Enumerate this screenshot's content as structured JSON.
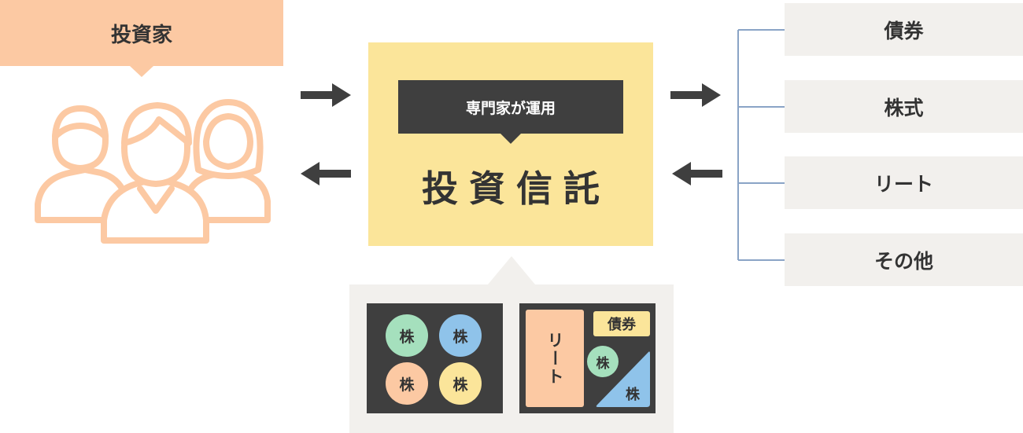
{
  "investor": {
    "label": "投資家",
    "icon": "people-group-icon"
  },
  "fund": {
    "operator_label": "専門家が運用",
    "title": "投資信託"
  },
  "arrows": [
    "arrow-right-icon",
    "arrow-left-icon"
  ],
  "assets": [
    "債券",
    "株式",
    "リート",
    "その他"
  ],
  "portfolio": {
    "fund_a": {
      "tokens": [
        {
          "label": "株",
          "color": "#a5e0bd"
        },
        {
          "label": "株",
          "color": "#8fc3ea"
        },
        {
          "label": "株",
          "color": "#fcc9a3"
        },
        {
          "label": "株",
          "color": "#fbe59a"
        }
      ]
    },
    "fund_b": {
      "reit_label": "リート",
      "bond_label": "債券",
      "stock_circle": {
        "label": "株",
        "color": "#a5e0bd"
      },
      "stock_triangle": {
        "label": "株",
        "color": "#8fc3ea"
      }
    }
  },
  "colors": {
    "peach": "#fcc9a3",
    "yellow": "#fbe59a",
    "dark": "#3f3f3f",
    "light_gray": "#f2f0ed",
    "bracket_line": "#8aa4c6"
  }
}
